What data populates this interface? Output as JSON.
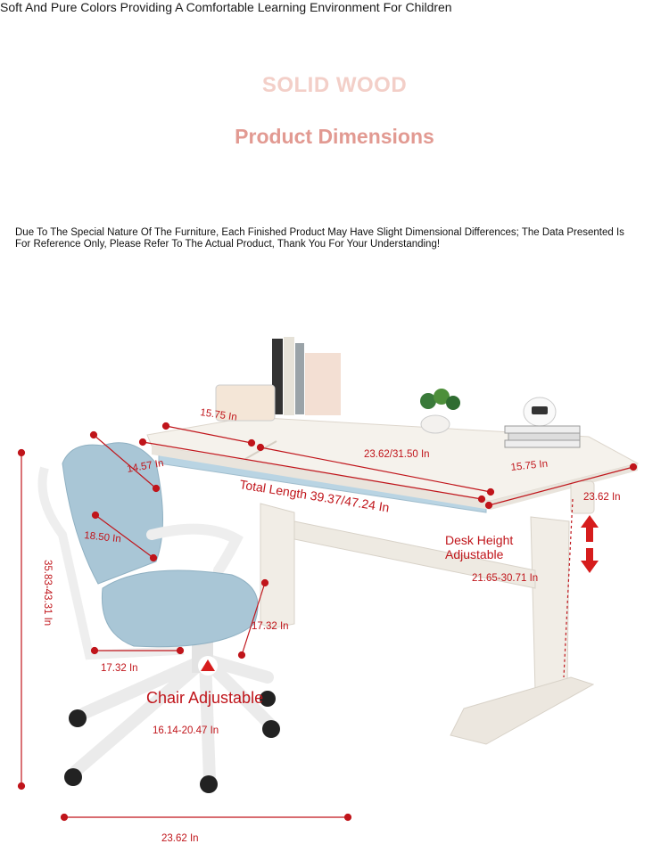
{
  "header": {
    "title": "SOLID WOOD",
    "subtitle": "Product Dimensions",
    "tagline": "Soft And Pure Colors Providing A Comfortable Learning Environment For Children"
  },
  "note": "Due To The Special Nature Of The Furniture, Each Finished Product May Have Slight Dimensional Differences; The Data Presented Is For Reference Only, Please Refer To The Actual Product, Thank You For Your Understanding!",
  "dimensions": {
    "desk_top_left": "15.75 In",
    "desk_top_middle": "23.62/31.50 In",
    "desk_top_right": "15.75 In",
    "desk_depth": "23.62 In",
    "total_length": "Total Length 39.37/47.24 In",
    "desk_height_label": "Desk Height Adjustable",
    "desk_height_range": "21.65-30.71 In",
    "chair_back_width": "14.57 In",
    "chair_back_height": "18.50 In",
    "chair_total_height": "35.83-43.31 In",
    "seat_width": "17.32 In",
    "seat_depth": "17.32 In",
    "chair_adjustable": "Chair Adjustable",
    "seat_height": "16.14-20.47 In",
    "base_width": "23.62 In"
  },
  "colors": {
    "accent_red": "#c0151b",
    "title_light": "#f3cfc8",
    "title_pink": "#e29a92",
    "chair_blue": "#a9c6d6",
    "desk_white": "#f4f0ea"
  }
}
